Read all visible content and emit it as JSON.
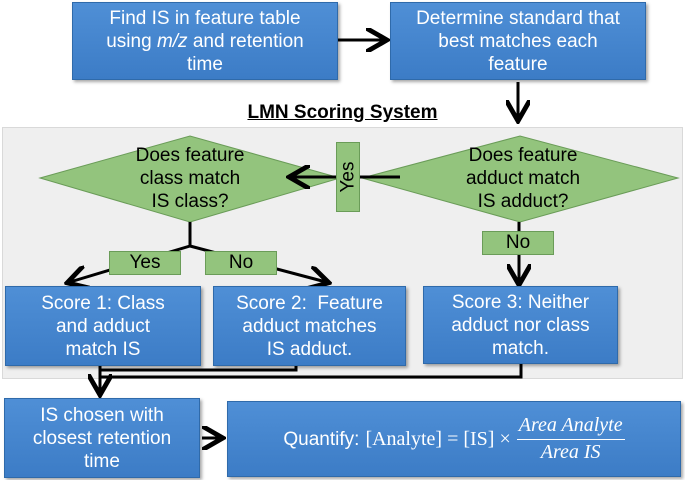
{
  "diagram": {
    "section_title": "LMN Scoring System",
    "boxes": {
      "find_is": {
        "line1": "Find IS in feature table",
        "line2a": "using ",
        "line2_mz": "m/z",
        "line2b": " and retention",
        "line3": "time"
      },
      "determine_standard": {
        "line1": "Determine standard that",
        "line2": "best matches each",
        "line3": "feature"
      },
      "score1": {
        "line1": "Score 1: Class",
        "line2": "and adduct",
        "line3": "match IS"
      },
      "score2": {
        "line1": "Score 2:  Feature",
        "line2": "adduct matches",
        "line3": "IS adduct."
      },
      "score3": {
        "line1": "Score 3: Neither",
        "line2": "adduct nor class",
        "line3": "match."
      },
      "is_chosen": {
        "line1": "IS chosen with",
        "line2": "closest retention",
        "line3": "time"
      },
      "quantify": {
        "prefix": "Quantify:",
        "lhs": "[Analyte] = [IS] ×",
        "numerator": "Area Analyte",
        "denominator": "Area IS"
      }
    },
    "decisions": {
      "class_match": {
        "line1": "Does feature",
        "line2": "class match",
        "line3": "IS class?"
      },
      "adduct_match": {
        "line1": "Does feature",
        "line2": "adduct match",
        "line3": "IS adduct?"
      }
    },
    "labels": {
      "yes_rotated": "Yes",
      "yes_left": "Yes",
      "no_middle": "No",
      "no_right": "No"
    }
  },
  "colors": {
    "box_blue": "#4a8ad3",
    "decision_green": "#93c47d",
    "panel_gray": "#efefef"
  }
}
